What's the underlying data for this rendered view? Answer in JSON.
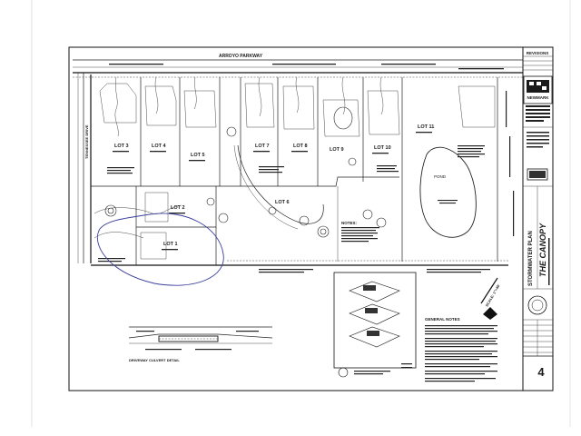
{
  "plan": {
    "street_top": "ARROYO PARKWAY",
    "street_left": "TENNESSEE DRIVE",
    "pond_label": "POND",
    "lots": [
      {
        "label": "LOT 3"
      },
      {
        "label": "LOT 4"
      },
      {
        "label": "LOT 5"
      },
      {
        "label": "LOT 7"
      },
      {
        "label": "LOT 8"
      },
      {
        "label": "LOT 9"
      },
      {
        "label": "LOT 10"
      },
      {
        "label": "LOT 11"
      },
      {
        "label": "LOT 6"
      },
      {
        "label": "LOT 2"
      },
      {
        "label": "LOT 1"
      }
    ],
    "notes_label": "NOTES:",
    "culvert_label": "DRIVEWAY CULVERT DETAIL",
    "general_notes_label": "GENERAL NOTES",
    "scale_label": "SCALE: 1\"=40'"
  },
  "title_block": {
    "revisions_label": "REVISIONS",
    "firm_name": "NEWMARK",
    "sheet_title": "STORMWATER PLAN",
    "project_name": "THE CANOPY",
    "sheet_number": "4"
  }
}
